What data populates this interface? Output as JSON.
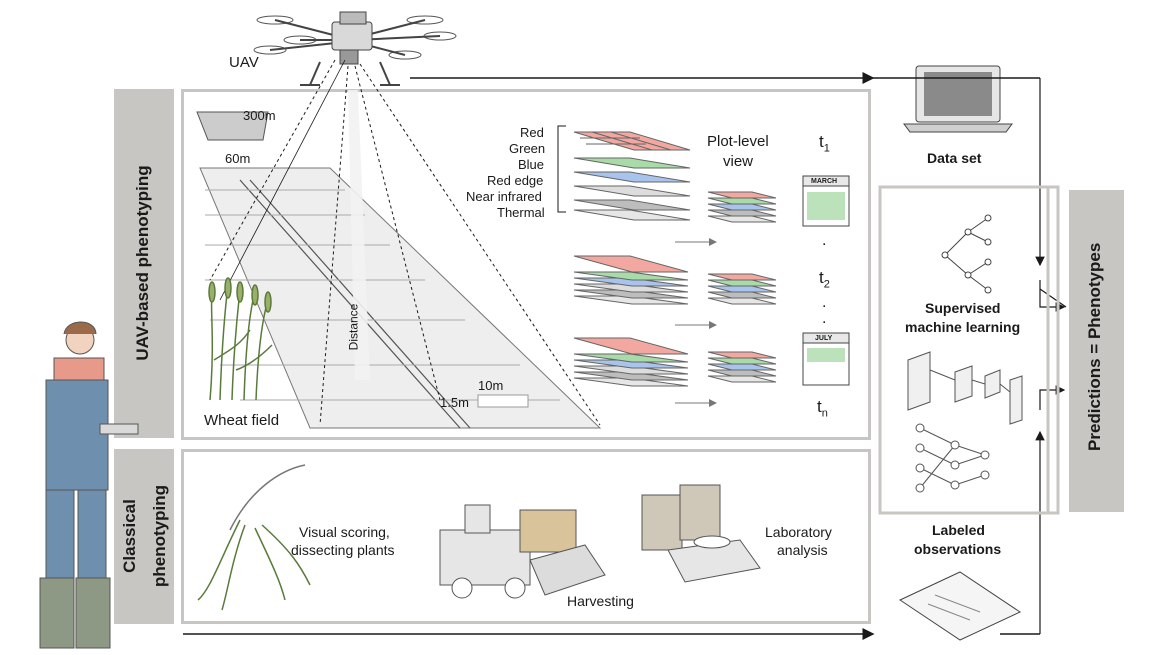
{
  "uav": {
    "label": "UAV"
  },
  "field": {
    "dim_300": "300m",
    "dim_60": "60m",
    "distance": "Distance",
    "dim_10": "10m",
    "dim_15": "1.5m",
    "wheat_label": "Wheat field"
  },
  "bands": [
    "Red",
    "Green",
    "Blue",
    "Red edge",
    "Near infrared",
    "Thermal"
  ],
  "plot_view": {
    "line1": "Plot-level",
    "line2": "view"
  },
  "time": {
    "t1": "t",
    "t1_sub": "1",
    "t2": "t",
    "t2_sub": "2",
    "tn": "t",
    "tn_sub": "n",
    "dot": "."
  },
  "calendars": {
    "march": "MARCH",
    "july": "JULY"
  },
  "sections": {
    "uav_based": "UAV-based phenotyping",
    "classical_line1": "Classical",
    "classical_line2": "phenotyping"
  },
  "classical": {
    "visual_line1": "Visual scoring,",
    "visual_line2": "dissecting plants",
    "harvesting": "Harvesting",
    "lab_line1": "Laboratory",
    "lab_line2": "analysis"
  },
  "right": {
    "dataset": "Data set",
    "sml_line1": "Supervised",
    "sml_line2": "machine learning",
    "labeled_line1": "Labeled",
    "labeled_line2": "observations",
    "predictions": "Predictions = Phenotypes"
  },
  "colors": {
    "panel_border": "#c8c6c2",
    "red_band": "#f2a8a0",
    "green_band": "#a8dba8",
    "blue_band": "#a8c4ec",
    "grey_band": "#b8b8b8",
    "thermal_band": "#d8d8d8",
    "calendar_green": "#8fcf8f"
  }
}
